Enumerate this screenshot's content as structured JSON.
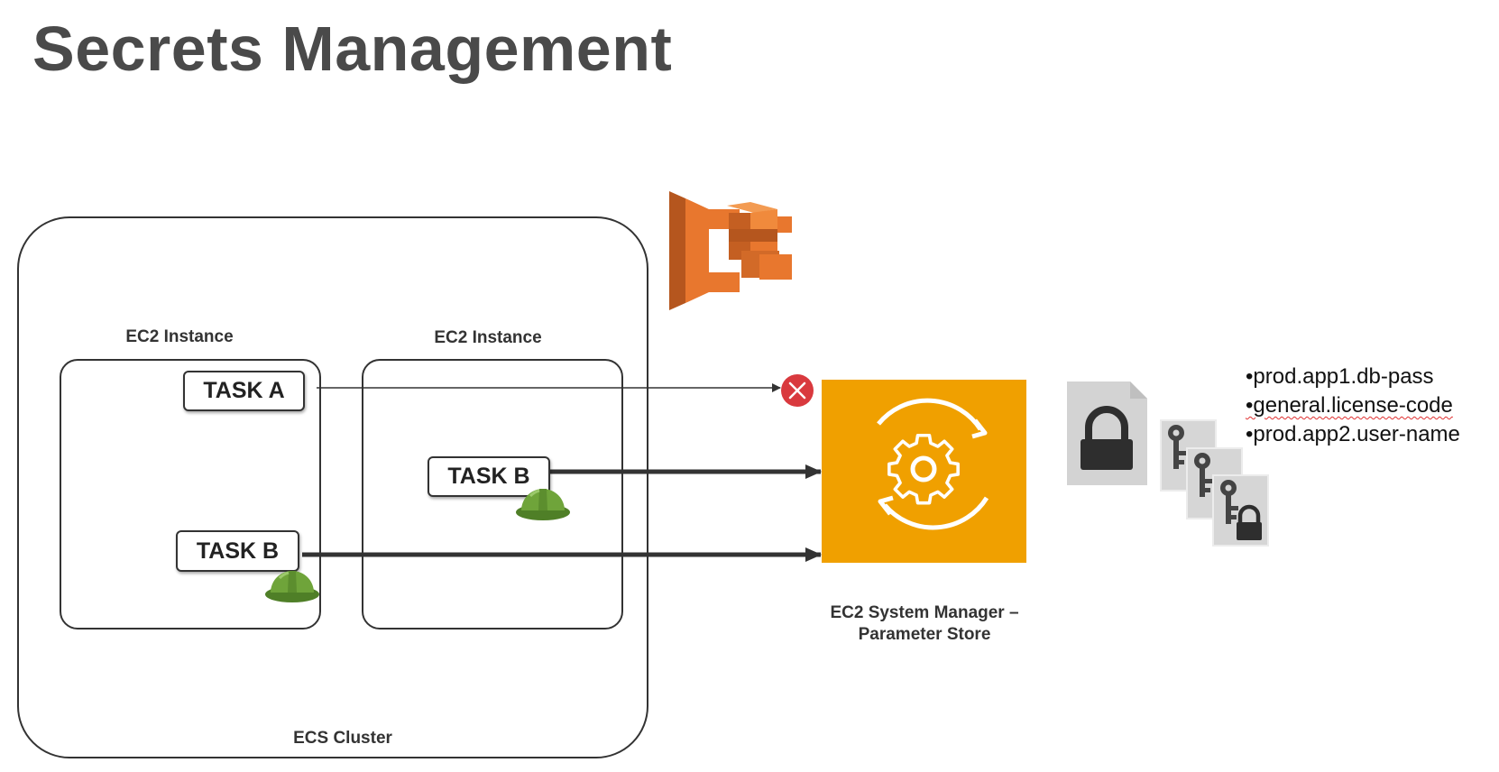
{
  "title": "Secrets Management",
  "cluster": {
    "label": "ECS Cluster"
  },
  "instances": [
    {
      "label": "EC2 Instance"
    },
    {
      "label": "EC2 Instance"
    }
  ],
  "tasks": [
    {
      "label": "TASK A",
      "access": "denied",
      "role_badge": "none"
    },
    {
      "label": "TASK B",
      "access": "allowed",
      "role_badge": "hard-hat-icon"
    },
    {
      "label": "TASK B",
      "access": "allowed",
      "role_badge": "hard-hat-icon"
    }
  ],
  "service": {
    "label_line1": "EC2 System Manager –",
    "label_line2": "Parameter Store",
    "color": "#F0A000",
    "icon": "gear-cycle-icon"
  },
  "parameters": [
    "•prod.app1.db-pass",
    "•general.license-code",
    "•prod.app2.user-name"
  ],
  "icons": {
    "ecs_logo": "ecs-logo-icon",
    "denied": "x-circle-icon",
    "lock_file": "locked-file-icon",
    "key_files": "key-file-icon"
  },
  "colors": {
    "ecs_orange": "#E8772E",
    "deny_red": "#D9393E",
    "helmet_green": "#6FA43A",
    "file_gray": "#D3D3D3"
  }
}
